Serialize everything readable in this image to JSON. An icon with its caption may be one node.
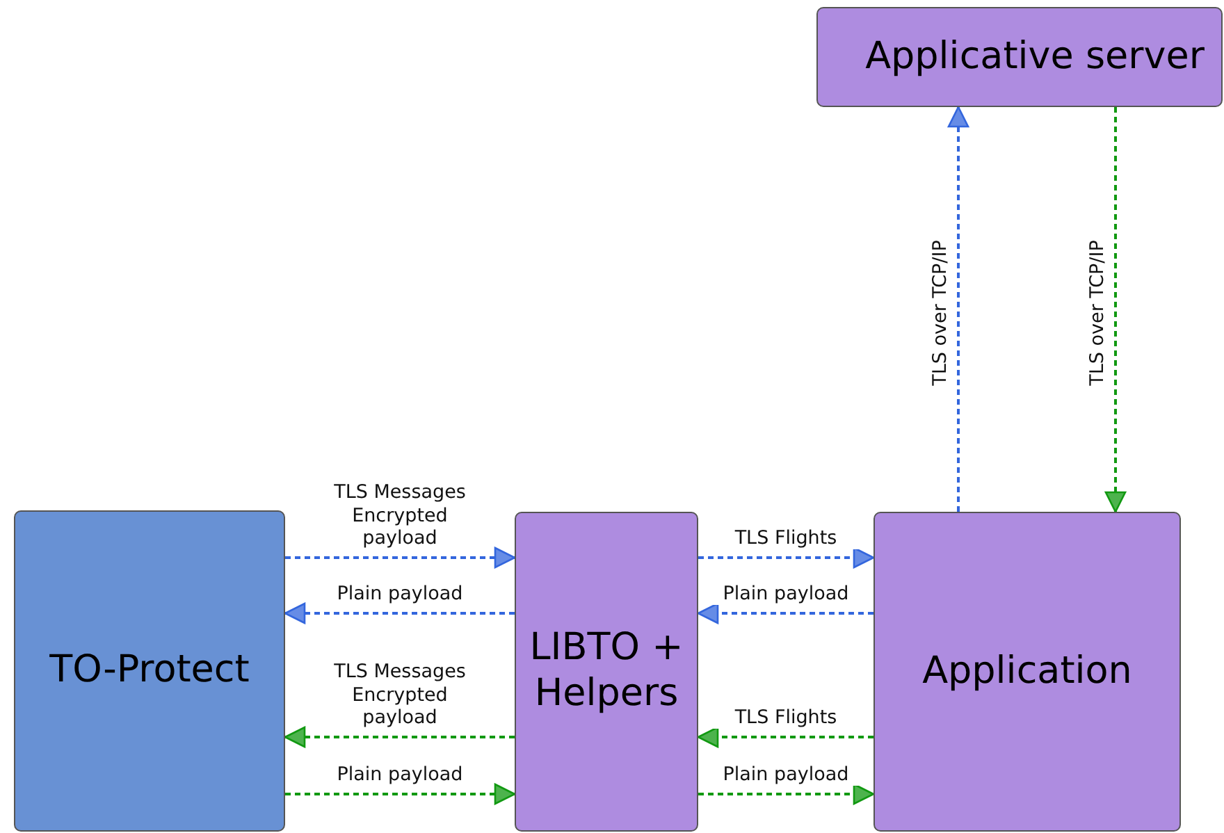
{
  "diagram": {
    "nodes": [
      {
        "text": [
          "Applicative server"
        ]
      },
      {
        "text": [
          "TO-Protect"
        ]
      },
      {
        "text": [
          "LIBTO + Helpers"
        ]
      },
      {
        "text": [
          "Application"
        ]
      }
    ],
    "edges": [
      {
        "from": 1,
        "to": 2,
        "arrow": "to",
        "label": "TLS Messages Encrypted payload",
        "style": "dashed",
        "color": "#3366dd"
      },
      {
        "from": 2,
        "to": 1,
        "arrow": "to",
        "label": "Plain payload",
        "style": "dashed",
        "color": "#3366dd"
      },
      {
        "from": 2,
        "to": 3,
        "arrow": "to",
        "label": "TLS Flights",
        "style": "dashed",
        "color": "#3366dd"
      },
      {
        "from": 3,
        "to": 2,
        "arrow": "to",
        "label": "Plain payload",
        "style": "dashed",
        "color": "#3366dd"
      },
      {
        "from": 3,
        "to": 0,
        "arrow": "to",
        "label": "TLS over TCP/IP",
        "style": "dashed",
        "color": "#3366dd"
      },
      {
        "from": 0,
        "to": 3,
        "arrow": "to",
        "label": "TLS over TCP/IP",
        "style": "dashed",
        "color": "#119911"
      },
      {
        "from": 3,
        "to": 2,
        "arrow": "to",
        "label": "TLS Flights",
        "style": "dashed",
        "color": "#119911"
      },
      {
        "from": 2,
        "to": 1,
        "arrow": "to",
        "label": "TLS Messages Encrypted payload",
        "style": "dashed",
        "color": "#119911"
      },
      {
        "from": 1,
        "to": 2,
        "arrow": "to",
        "label": "Plain payload",
        "style": "dashed",
        "color": "#119911"
      },
      {
        "from": 2,
        "to": 3,
        "arrow": "to",
        "label": "Plain payload",
        "style": "dashed",
        "color": "#119911"
      }
    ]
  }
}
